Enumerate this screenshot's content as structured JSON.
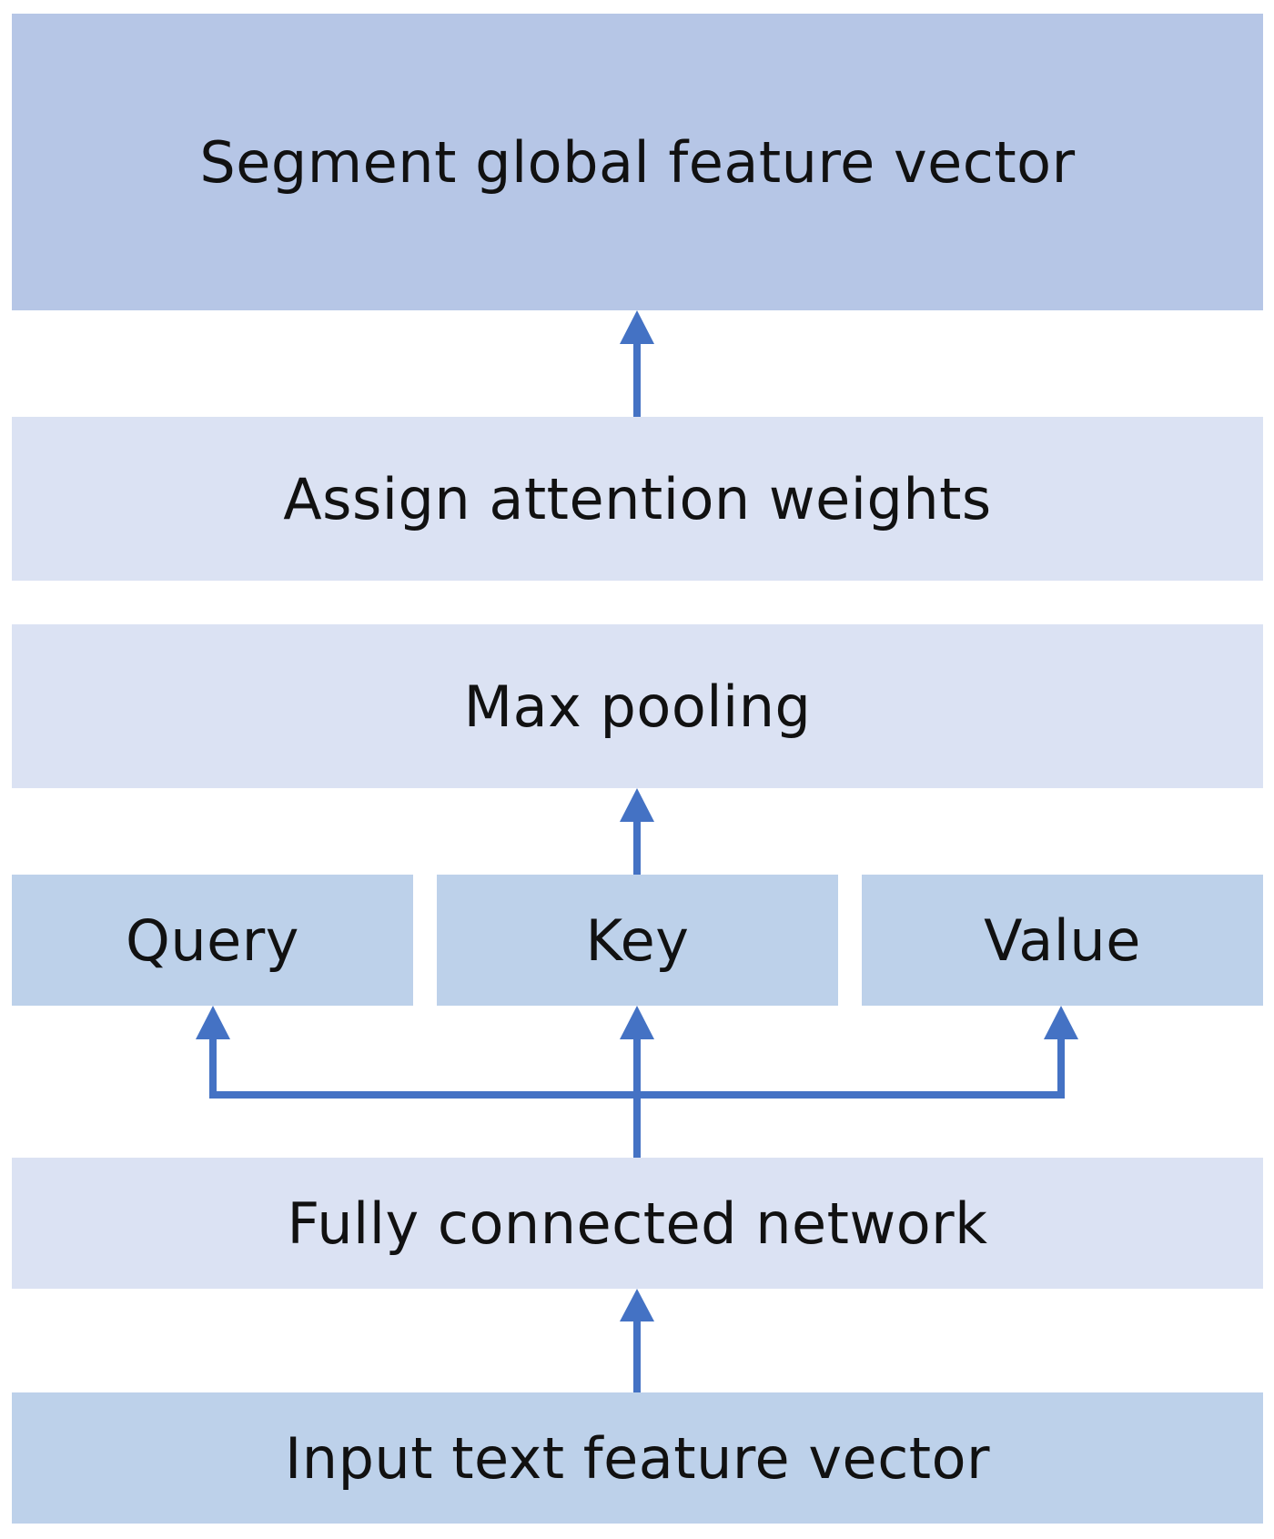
{
  "diagram": {
    "nodes": {
      "segment_global_feature_vector": "Segment global feature vector",
      "assign_attention_weights": "Assign attention weights",
      "max_pooling": "Max pooling",
      "query": "Query",
      "key": "Key",
      "value": "Value",
      "fully_connected_network": "Fully connected network",
      "input_text_feature_vector": "Input text feature vector"
    },
    "edges": [
      {
        "from": "input_text_feature_vector",
        "to": "fully_connected_network"
      },
      {
        "from": "fully_connected_network",
        "to": "query"
      },
      {
        "from": "fully_connected_network",
        "to": "key"
      },
      {
        "from": "fully_connected_network",
        "to": "value"
      },
      {
        "from": "key",
        "to": "max_pooling"
      },
      {
        "from": "assign_attention_weights",
        "to": "segment_global_feature_vector"
      }
    ],
    "colors": {
      "arrow": "#4472c4",
      "box_dark": "#b6c6e6",
      "box_mid": "#bdd1ea",
      "box_light": "#dbe2f3"
    }
  }
}
